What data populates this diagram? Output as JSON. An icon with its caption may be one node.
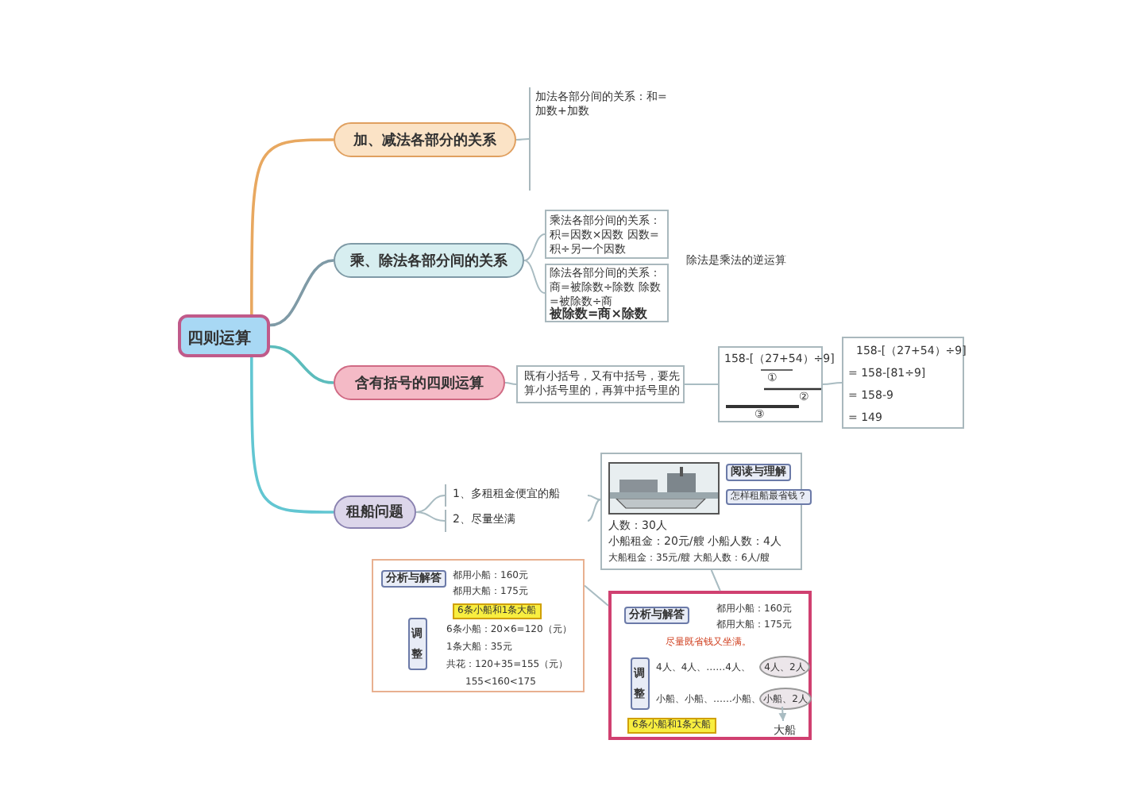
{
  "diagram": {
    "nodes": [
      {
        "text": [
          "四则运算"
        ]
      },
      {
        "text": [
          "加、减法各部分的关系"
        ]
      },
      {
        "text": [
          "加法各部分间的关系：和=加数+加数"
        ]
      },
      {
        "text": [
          "乘、除法各部分间的关系"
        ]
      },
      {
        "text": [
          "乘法各部分间的关系：积=因数×因数 因数=积÷另一个因数"
        ]
      },
      {
        "text": [
          "除法各部分间的关系：商=被除数÷除数 除数=被除数÷商",
          "被除数=商×除数"
        ]
      },
      {
        "text": [
          "含有括号的四则运算"
        ]
      },
      {
        "text": [
          "既有小括号，又有中括号，要先算小括号里的，再算中括号里的"
        ]
      },
      {
        "text": [
          "158-[（27+54）÷9]",
          "①",
          "②",
          "③"
        ]
      },
      {
        "text": [
          "158-[（27+54）÷9]",
          "= 158-[81÷9]",
          "= 158-9",
          "= 149"
        ]
      },
      {
        "text": [
          "租船问题"
        ]
      },
      {
        "text": [
          "1、多租租金便宜的船"
        ]
      },
      {
        "text": [
          "2、尽量坐满"
        ]
      },
      {
        "text": [
          "阅读与理解",
          "怎样租船最省钱？",
          "人数：30人",
          "小船租金：20元/艘 小船人数：4人",
          "大船租金：35元/艘 大船人数：6人/艘"
        ]
      },
      {
        "text": [],
        "shape": "picture",
        "in": 13
      },
      {
        "text": [
          "分析与解答",
          "都用小船：160元",
          "都用大船：175元",
          "6条小船和1条大船",
          "调整",
          "6条小船：20×6=120（元）",
          "1条大船：35元",
          "共花：120+35=155（元）",
          "155<160<175"
        ]
      },
      {
        "text": [
          "分析与解答",
          "都用小船：160元",
          "都用大船：175元",
          "尽量既省钱又坐满。",
          "调整",
          "4人、4人、……4人、",
          "小船、小船、……小船、",
          "6条小船和1条大船"
        ]
      },
      {
        "text": [
          "4人、2人"
        ],
        "in": 16
      },
      {
        "text": [
          "小船、2人"
        ],
        "in": 16
      },
      {
        "text": [
          "大船"
        ],
        "in": 16
      }
    ],
    "edges": [
      {
        "from": 0,
        "to": 1,
        "arrow": "none",
        "color": "#e8a860"
      },
      {
        "from": 0,
        "to": 3,
        "arrow": "none",
        "color": "#7f9aa6"
      },
      {
        "from": 0,
        "to": 6,
        "arrow": "none",
        "color": "#5cbcbc"
      },
      {
        "from": 0,
        "to": 10,
        "arrow": "none",
        "color": "#62c6d2"
      },
      {
        "from": 1,
        "to": 2,
        "arrow": "none"
      },
      {
        "from": 3,
        "to": 4,
        "arrow": "none"
      },
      {
        "from": 3,
        "to": 5,
        "arrow": "none"
      },
      {
        "from": 6,
        "to": 7,
        "arrow": "none"
      },
      {
        "from": 7,
        "to": 8,
        "arrow": "none"
      },
      {
        "from": 8,
        "to": 9,
        "arrow": "none"
      },
      {
        "from": 10,
        "to": 11,
        "arrow": "none"
      },
      {
        "from": 10,
        "to": 12,
        "arrow": "none"
      },
      {
        "from": 11,
        "to": 13,
        "arrow": "none"
      },
      {
        "from": 12,
        "to": 13,
        "arrow": "none"
      },
      {
        "from": 13,
        "to": 16,
        "arrow": "none"
      },
      {
        "from": 15,
        "to": 16,
        "arrow": "none"
      },
      {
        "from": 18,
        "to": 19,
        "arrow": "to"
      }
    ],
    "labels": [
      "除法是乘法的逆运算"
    ]
  }
}
